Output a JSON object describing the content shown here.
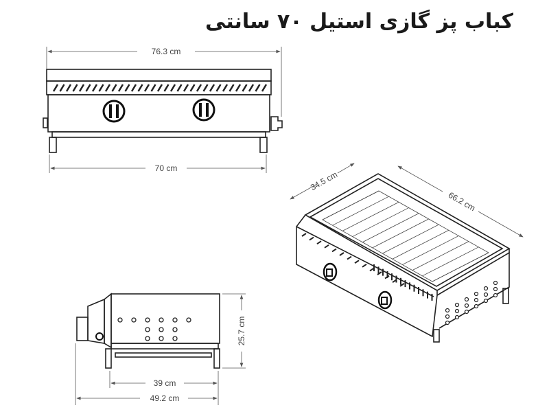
{
  "title": "کباب پز گازی استیل ۷۰ سانتی",
  "dimensions": {
    "front_overall_width": "76.3 cm",
    "front_leg_span": "70 cm",
    "iso_depth": "34.5 cm",
    "iso_length": "66.2 cm",
    "side_height": "25.7 cm",
    "side_leg_span": "39 cm",
    "side_overall_depth": "49.2 cm"
  }
}
